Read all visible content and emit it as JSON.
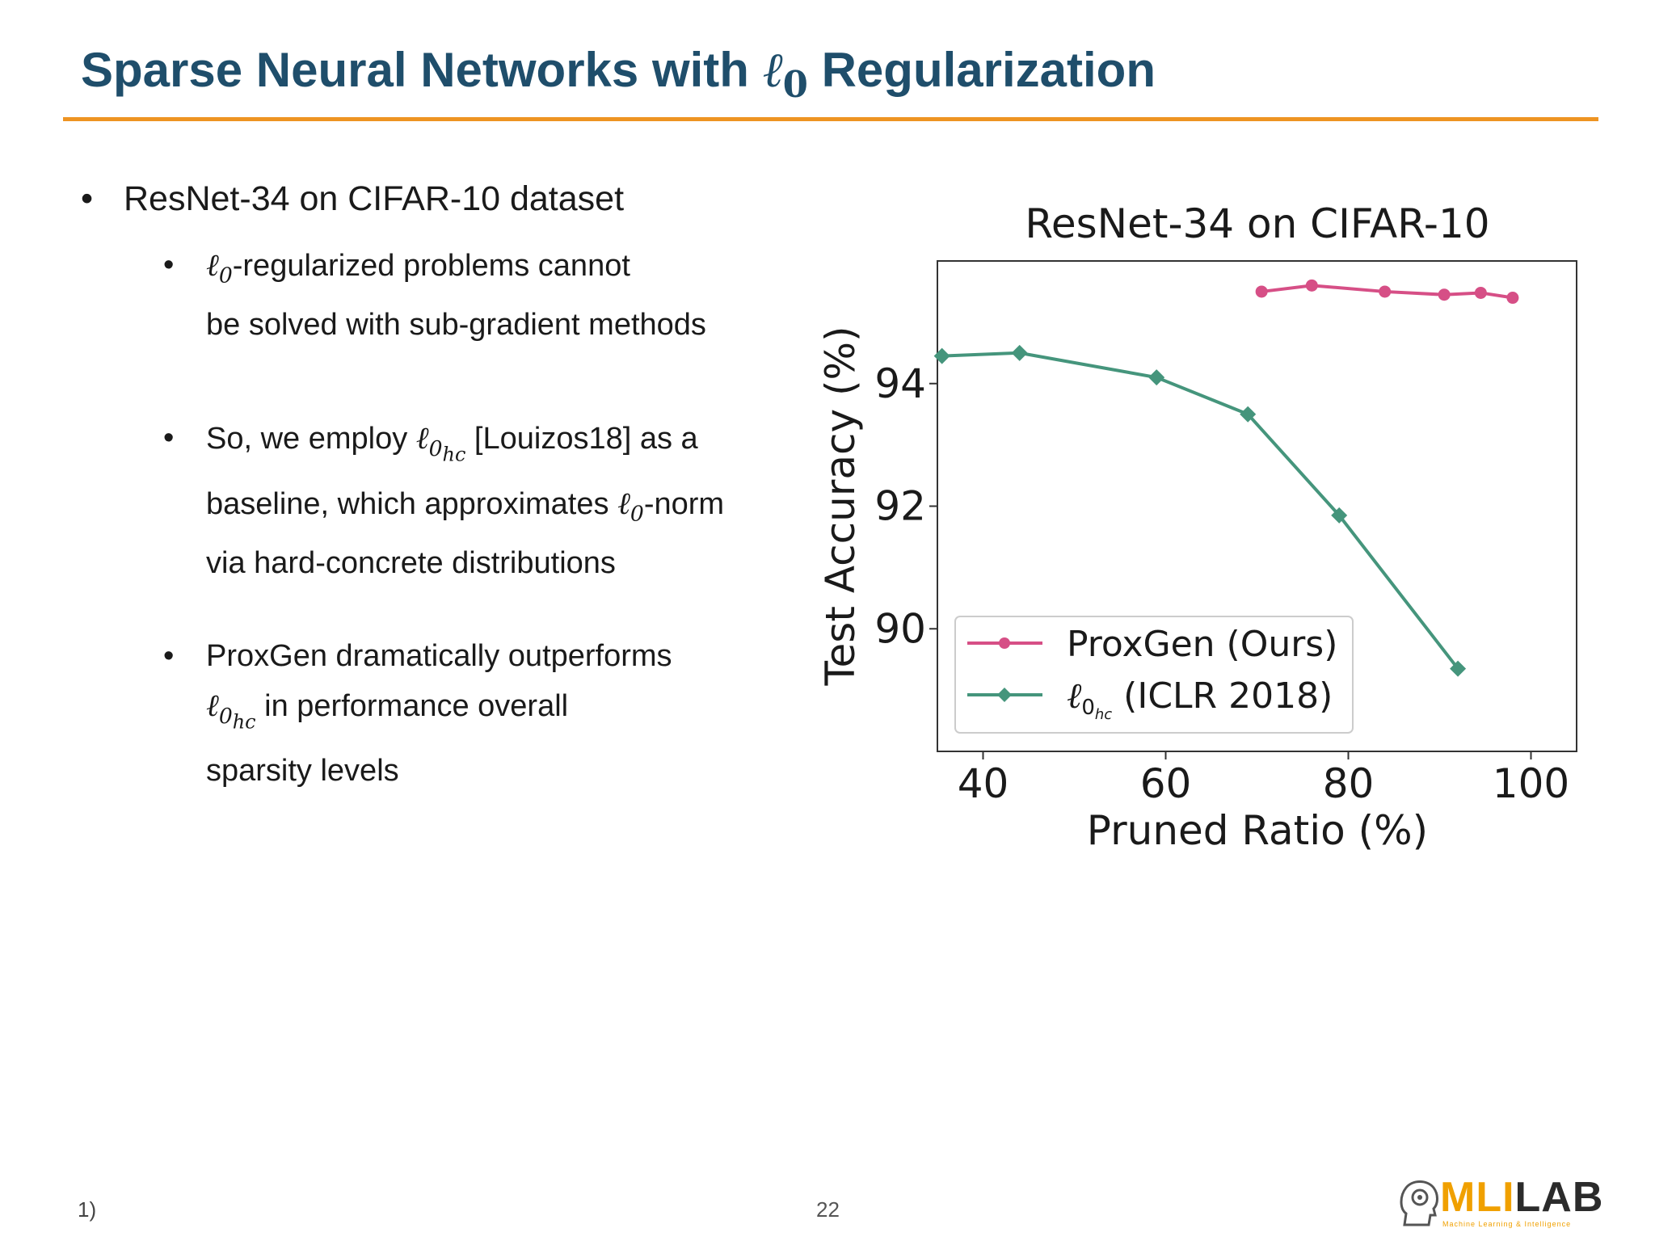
{
  "slide": {
    "title_prefix": "Sparse Neural Networks with ",
    "title_math": "ℓ",
    "title_sub": "0",
    "title_suffix": " Regularization",
    "footnote": "1)",
    "page_number": "22",
    "logo": {
      "brand_mli": "MLI",
      "brand_lab": "LAB",
      "tagline": "Machine Learning & Intelligence"
    }
  },
  "bullets": {
    "b1": "ResNet-34 on CIFAR-10 dataset",
    "b2": {
      "math": "ℓ",
      "sub": "0",
      "line1_rest": "-regularized problems cannot",
      "line2": "be solved with sub-gradient methods"
    },
    "b3": {
      "pre": "So, we employ ",
      "math": "ℓ",
      "sub": "0",
      "subsub": "hc",
      "post": " [Louizos18] as a",
      "line2_pre": "baseline, which approximates ",
      "line2_math": "ℓ",
      "line2_sub": "0",
      "line2_post": "-norm",
      "line3": "via hard-concrete distributions"
    },
    "b4": {
      "line1": "ProxGen dramatically outperforms",
      "math": "ℓ",
      "sub": "0",
      "subsub": "hc",
      "line2_post": " in performance overall",
      "line3": "sparsity levels"
    }
  },
  "chart_data": {
    "type": "line",
    "title": "ResNet-34 on CIFAR-10",
    "xlabel": "Pruned Ratio (%)",
    "ylabel": "Test Accuracy (%)",
    "xlim": [
      35,
      105
    ],
    "ylim": [
      88,
      96
    ],
    "xticks": [
      40,
      60,
      80,
      100
    ],
    "yticks": [
      90,
      92,
      94
    ],
    "grid": false,
    "legend_position": "lower-left",
    "series": [
      {
        "name": "ProxGen (Ours)",
        "color": "#d64f86",
        "marker": "circle",
        "x": [
          70.5,
          76,
          84,
          90.5,
          94.5,
          98
        ],
        "y": [
          95.5,
          95.6,
          95.5,
          95.45,
          95.48,
          95.4
        ]
      },
      {
        "name": "ℓ0hc (ICLR 2018)",
        "name_math": "ℓ",
        "name_sub": "0",
        "name_subsub": "hc",
        "name_rest": " (ICLR 2018)",
        "color": "#45957c",
        "marker": "diamond",
        "x": [
          35.5,
          44,
          59,
          69,
          79,
          92
        ],
        "y": [
          94.45,
          94.5,
          94.1,
          93.5,
          91.85,
          89.35
        ]
      }
    ]
  }
}
